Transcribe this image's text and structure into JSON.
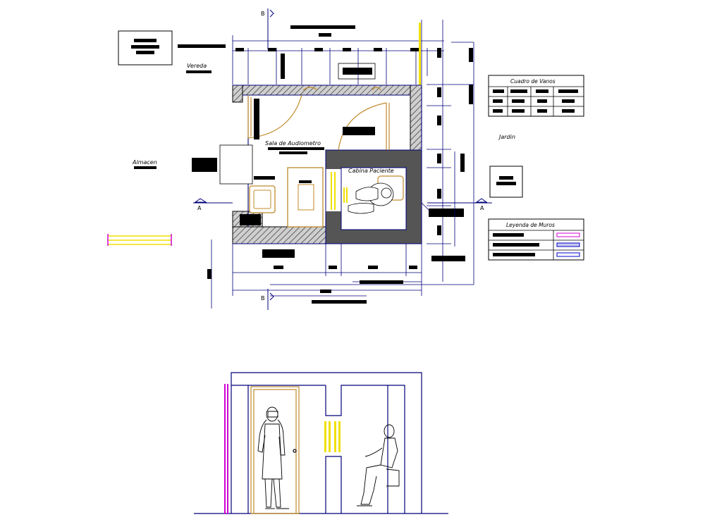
{
  "plan": {
    "room_label": "Sala de Audiometro",
    "cabin_label": "Cabina Paciente",
    "left_label": "Almacen",
    "right_label": "Jardin",
    "top_left_label": "Vereda",
    "section_a_left": "A",
    "section_a_right": "A",
    "section_b_top": "B",
    "section_b_bottom": "B"
  },
  "vanos_table": {
    "title": "Cuadro de Vanos"
  },
  "muros_legend": {
    "title": "Leyenda de Muros"
  },
  "colors": {
    "wall_line": "#00007a",
    "blue_line": "#0000c8",
    "furniture": "#c08a2a",
    "yellow": "#f0e000",
    "magenta": "#d000d0",
    "hatch": "#555555",
    "cabin_fill": "#555555"
  }
}
